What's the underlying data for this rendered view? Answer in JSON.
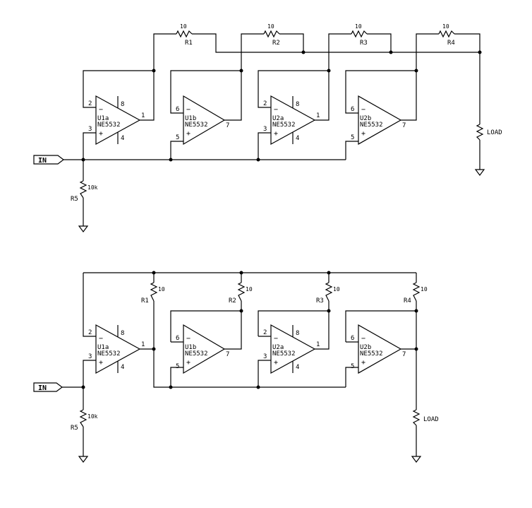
{
  "schematics": [
    {
      "id": "top",
      "input_port": "IN",
      "opamps": [
        {
          "unit": "U1a",
          "part": "NE5532",
          "pin_inv": "2",
          "pin_noninv": "3",
          "pin_out": "1",
          "pin_vp": "8",
          "pin_vn": "4"
        },
        {
          "unit": "U1b",
          "part": "NE5532",
          "pin_inv": "6",
          "pin_noninv": "5",
          "pin_out": "7",
          "pin_vp": "",
          "pin_vn": ""
        },
        {
          "unit": "U2a",
          "part": "NE5532",
          "pin_inv": "2",
          "pin_noninv": "3",
          "pin_out": "1",
          "pin_vp": "8",
          "pin_vn": "4"
        },
        {
          "unit": "U2b",
          "part": "NE5532",
          "pin_inv": "6",
          "pin_noninv": "5",
          "pin_out": "7",
          "pin_vp": "",
          "pin_vn": ""
        }
      ],
      "resistors": [
        {
          "ref": "R1",
          "value": "10"
        },
        {
          "ref": "R2",
          "value": "10"
        },
        {
          "ref": "R3",
          "value": "10"
        },
        {
          "ref": "R4",
          "value": "10"
        },
        {
          "ref": "R5",
          "value": "10k"
        }
      ],
      "load": "LOAD"
    },
    {
      "id": "bottom",
      "input_port": "IN",
      "opamps": [
        {
          "unit": "U1a",
          "part": "NE5532",
          "pin_inv": "2",
          "pin_noninv": "3",
          "pin_out": "1",
          "pin_vp": "8",
          "pin_vn": "4"
        },
        {
          "unit": "U1b",
          "part": "NE5532",
          "pin_inv": "6",
          "pin_noninv": "5",
          "pin_out": "7",
          "pin_vp": "",
          "pin_vn": ""
        },
        {
          "unit": "U2a",
          "part": "NE5532",
          "pin_inv": "2",
          "pin_noninv": "3",
          "pin_out": "1",
          "pin_vp": "8",
          "pin_vn": "4"
        },
        {
          "unit": "U2b",
          "part": "NE5532",
          "pin_inv": "6",
          "pin_noninv": "5",
          "pin_out": "7",
          "pin_vp": "",
          "pin_vn": ""
        }
      ],
      "resistors": [
        {
          "ref": "R1",
          "value": "10"
        },
        {
          "ref": "R2",
          "value": "10"
        },
        {
          "ref": "R3",
          "value": "10"
        },
        {
          "ref": "R4",
          "value": "10"
        },
        {
          "ref": "R5",
          "value": "10k"
        }
      ],
      "load": "LOAD"
    }
  ]
}
